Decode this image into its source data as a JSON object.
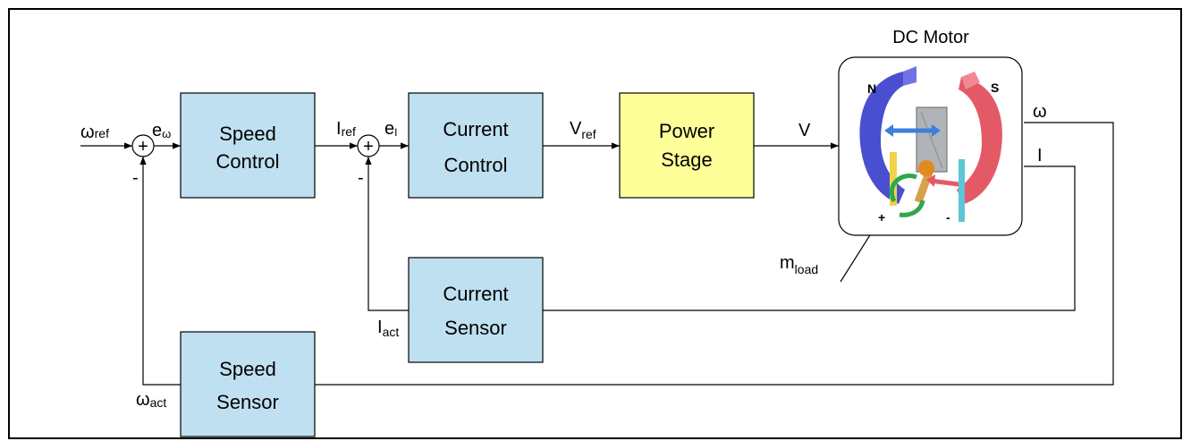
{
  "colors": {
    "block_fill": "#bfe0f0",
    "power_fill": "#ffff99",
    "line": "#000000",
    "magnet_n": "#4a4fd0",
    "magnet_s": "#e35a66"
  },
  "motor": {
    "title": "DC Motor",
    "pole_n": "N",
    "pole_s": "S",
    "plus": "+",
    "minus": "-"
  },
  "blocks": {
    "speed_control": [
      "Speed",
      "Control"
    ],
    "current_control": [
      "Current",
      "Control"
    ],
    "power_stage": [
      "Power",
      "Stage"
    ],
    "current_sensor": [
      "Current",
      "Sensor"
    ],
    "speed_sensor": [
      "Speed",
      "Sensor"
    ]
  },
  "signals": {
    "omega_ref": {
      "base": "ω",
      "sub": "ref"
    },
    "e_omega": {
      "base": "e",
      "sub": "ω"
    },
    "i_ref": {
      "base": "I",
      "sub": "ref"
    },
    "e_i": {
      "base": "e",
      "sub": "I"
    },
    "v_ref": {
      "base": "V",
      "sub": "ref"
    },
    "v": "V",
    "omega": "ω",
    "i": "I",
    "m_load": {
      "base": "m",
      "sub": "load"
    },
    "i_act": {
      "base": "I",
      "sub": "act"
    },
    "omega_act": {
      "base": "ω",
      "sub": "act"
    }
  },
  "summing": {
    "plus": "+",
    "minus": "-"
  }
}
